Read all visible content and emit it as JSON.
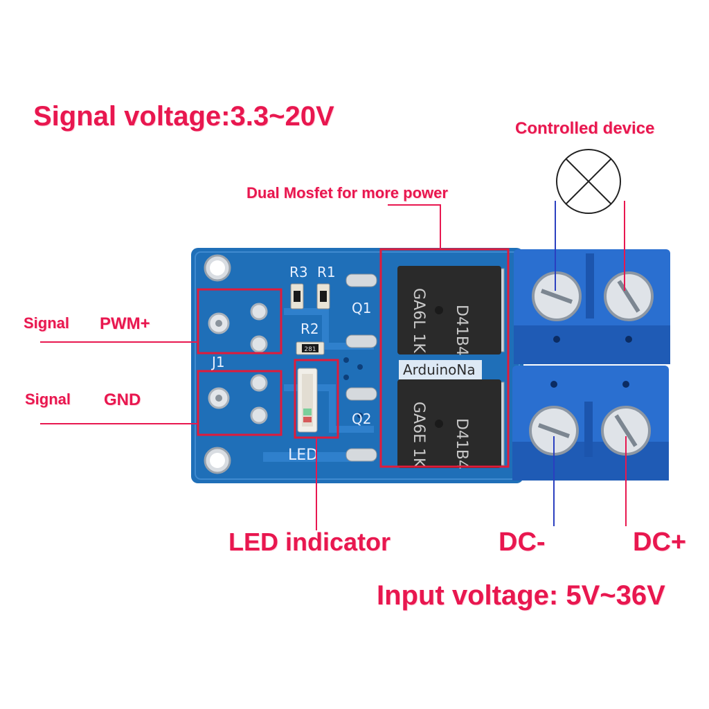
{
  "labels": {
    "signal_voltage": "Signal voltage:3.3~20V",
    "controlled_device": "Controlled device",
    "dual_mosfet": "Dual Mosfet for more power",
    "signal_pwm_signal": "Signal",
    "signal_pwm_pin": "PWM+",
    "signal_gnd_signal": "Signal",
    "signal_gnd_pin": "GND",
    "led_indicator": "LED indicator",
    "dc_minus": "DC-",
    "dc_plus": "DC+",
    "input_voltage": "Input voltage: 5V~36V"
  },
  "board": {
    "silk_r3": "R3",
    "silk_r1": "R1",
    "silk_r2": "R2",
    "silk_q1": "Q1",
    "silk_q2": "Q2",
    "silk_j1": "J1",
    "silk_led": "LED",
    "resistor_code": "281",
    "mosfet_top_part": "GA6L 1K",
    "mosfet_top_code": "D41B4",
    "mosfet_bottom_part": "GA6E 1K",
    "mosfet_bottom_code": "D41B4",
    "watermark": "ArduinoNa"
  },
  "colors": {
    "annotation": "#e8174f",
    "pcb": "#1f6fb8",
    "terminal": "#2a6fd0",
    "wire_negative": "#2a3fc0",
    "wire_positive": "#e8174f"
  },
  "icons": {
    "controlled_device": "lamp-icon"
  }
}
